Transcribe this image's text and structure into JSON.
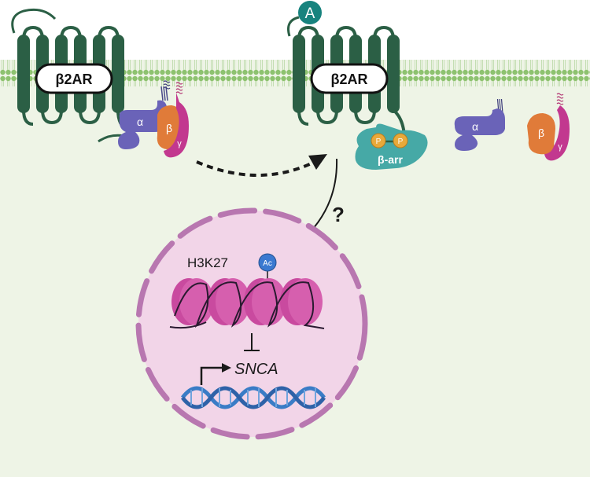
{
  "receptor_left": {
    "label": "β2AR"
  },
  "receptor_right": {
    "label": "β2AR"
  },
  "agonist": {
    "label": "A"
  },
  "g_protein_left": {
    "alpha": "α",
    "beta": "β",
    "gamma": "γ"
  },
  "g_protein_right": {
    "alpha": "α",
    "beta": "β",
    "gamma": "γ"
  },
  "arrestin": {
    "label": "β-arr",
    "phospho_1": "P",
    "phospho_2": "P"
  },
  "question": {
    "label": "?"
  },
  "nucleus": {
    "histone_mark": "H3K27",
    "acetyl": "Ac",
    "gene": "SNCA"
  },
  "colors": {
    "cytoplasm": "#eef4e6",
    "membrane_dot": "#8dc26f",
    "receptor": "#2b5f45",
    "alpha": "#6a63b8",
    "beta": "#e07b39",
    "gamma": "#c2388f",
    "arrestin": "#46a9a6",
    "phospho": "#e8a93a",
    "agonist": "#17837e",
    "nucleus_fill": "#f2d5e8",
    "nucleus_envelope": "#b877b0",
    "histone": "#d65fae",
    "dna": "#3a7cc6",
    "acetyl": "#3b79d0"
  }
}
